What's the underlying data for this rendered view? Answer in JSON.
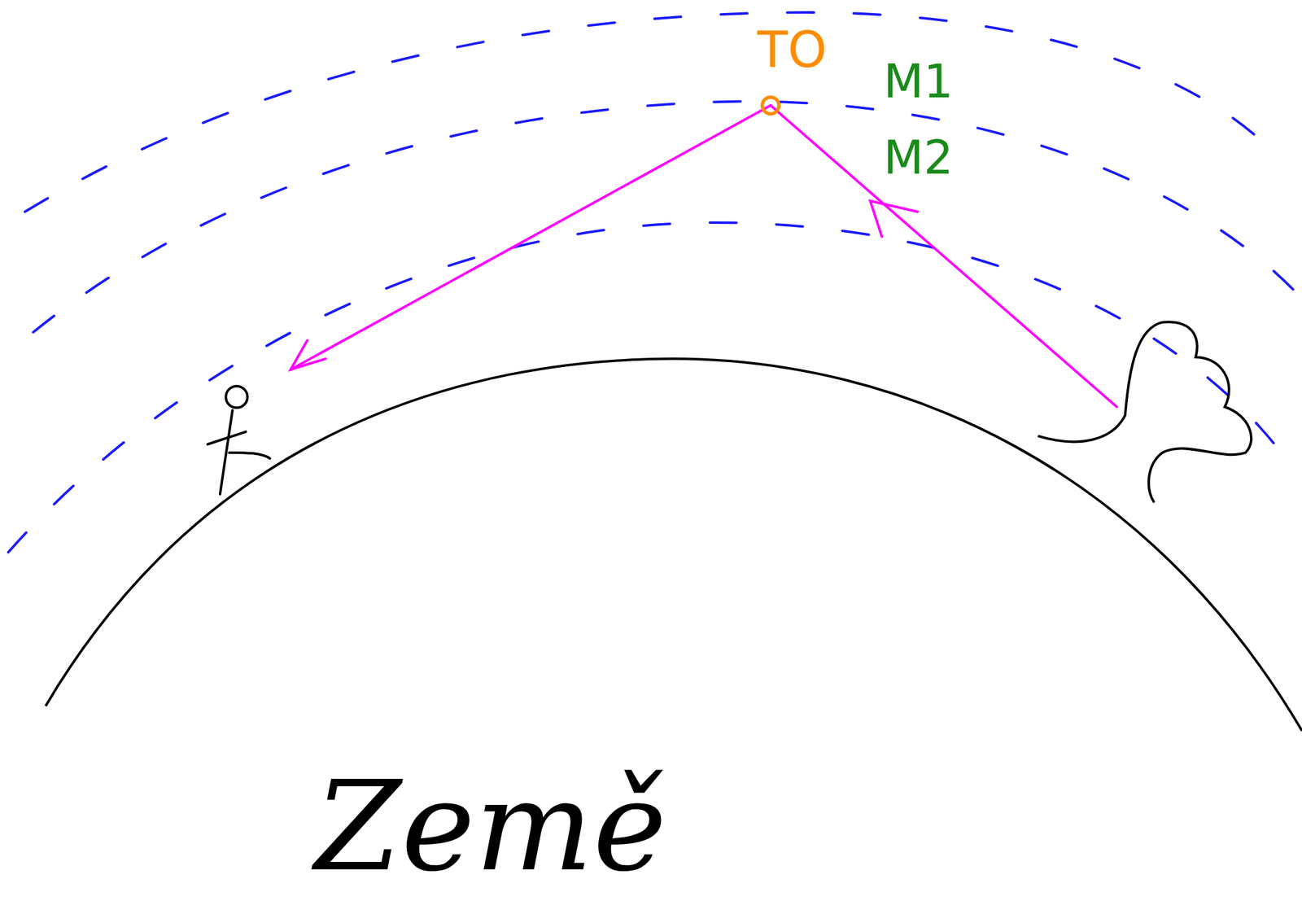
{
  "diagram": {
    "labels": [
      "TO",
      "M1",
      "M2",
      "Země"
    ]
  }
}
